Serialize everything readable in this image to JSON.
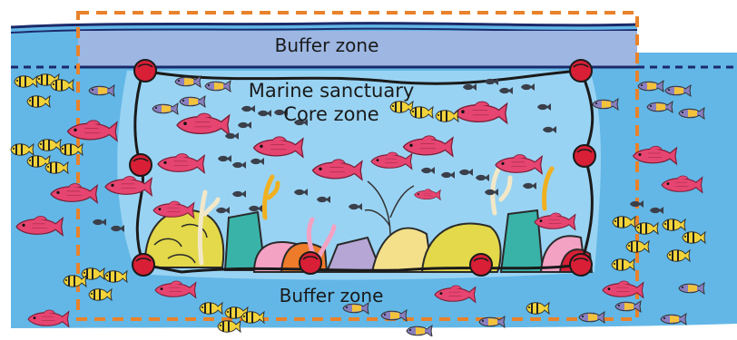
{
  "labels": {
    "buffer_zone_top": "Buffer zone",
    "sanctuary": "Marine sanctuary",
    "core_zone": "Core zone",
    "buffer_zone_bottom": "Buffer zone"
  },
  "colors": {
    "water": "#63b7e6",
    "light_water": "#9fd6f4",
    "buffer_strip": "#9db6e2",
    "orange_dash": "#e9822a",
    "navy_line": "#1b2a6b",
    "buoy": "#d81f36",
    "red_fish": "#e64571",
    "yellow_fish": "#f2d43a"
  },
  "icons": [
    "red-fish-icon",
    "yellow-striped-fish-icon",
    "purple-fish-icon",
    "small-black-fish-icon",
    "buoy-icon",
    "coral-icon"
  ]
}
